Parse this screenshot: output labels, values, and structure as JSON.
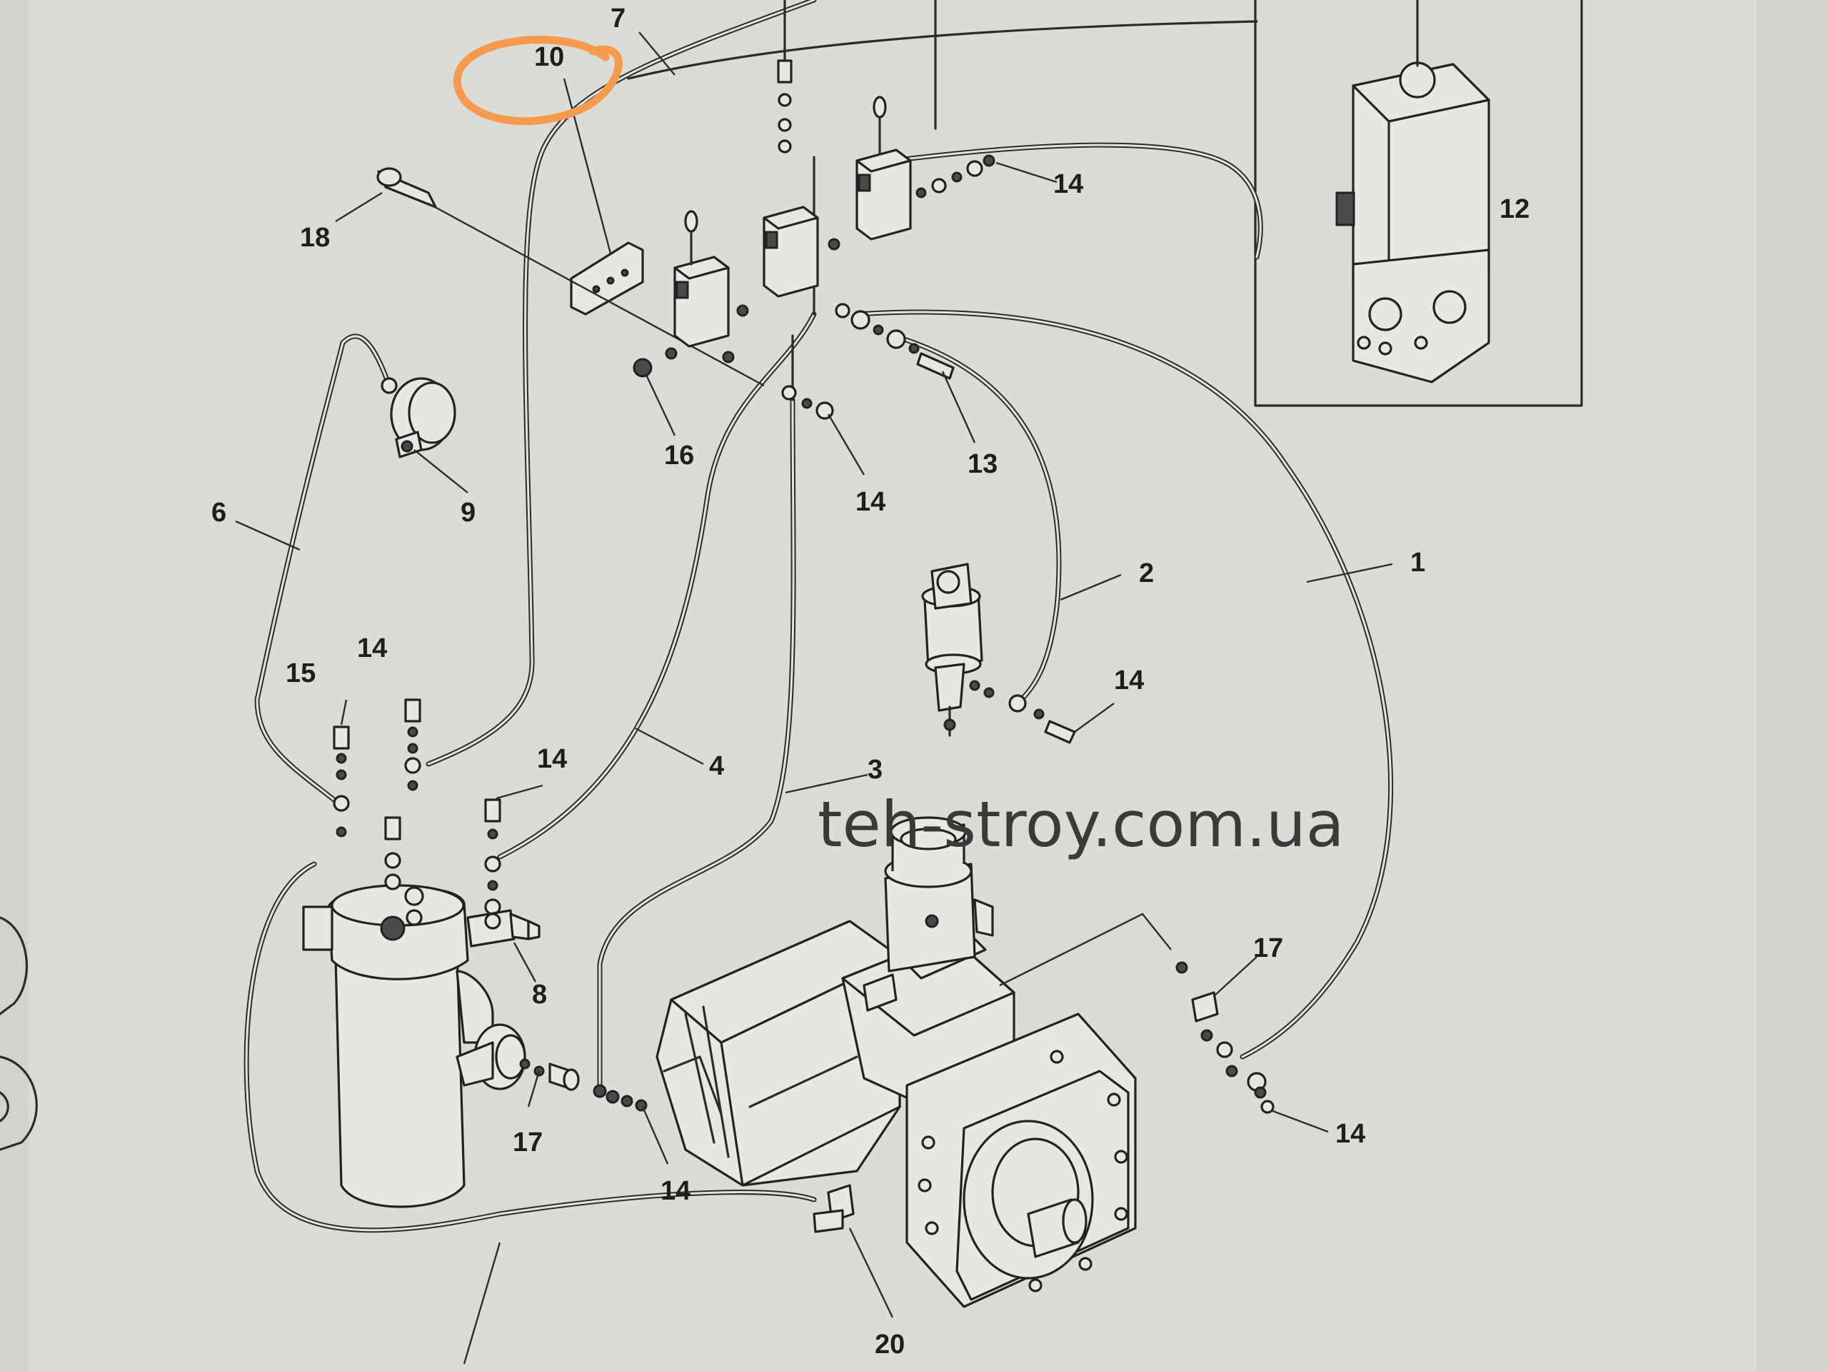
{
  "diagram": {
    "watermark": "teh-stroy.com.ua",
    "highlight_color": "#f59a4e",
    "callouts": [
      {
        "id": "c10",
        "label": "10"
      },
      {
        "id": "c7",
        "label": "7"
      },
      {
        "id": "c18",
        "label": "18"
      },
      {
        "id": "c14a",
        "label": "14"
      },
      {
        "id": "c12",
        "label": "12"
      },
      {
        "id": "c16",
        "label": "16"
      },
      {
        "id": "c13",
        "label": "13"
      },
      {
        "id": "c14b",
        "label": "14"
      },
      {
        "id": "c9",
        "label": "9"
      },
      {
        "id": "c6",
        "label": "6"
      },
      {
        "id": "c2",
        "label": "2"
      },
      {
        "id": "c1",
        "label": "1"
      },
      {
        "id": "c14c",
        "label": "14"
      },
      {
        "id": "c15",
        "label": "15"
      },
      {
        "id": "c14d",
        "label": "14"
      },
      {
        "id": "c14e",
        "label": "14"
      },
      {
        "id": "c4",
        "label": "4"
      },
      {
        "id": "c3",
        "label": "3"
      },
      {
        "id": "c8",
        "label": "8"
      },
      {
        "id": "c17a",
        "label": "17"
      },
      {
        "id": "c17b",
        "label": "17"
      },
      {
        "id": "c14f",
        "label": "14"
      },
      {
        "id": "c14g",
        "label": "14"
      },
      {
        "id": "c20",
        "label": "20"
      }
    ]
  }
}
